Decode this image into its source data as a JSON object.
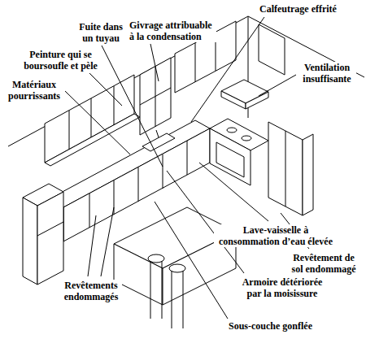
{
  "diagram": {
    "labels": [
      "Fuite dans un tuyau",
      "Givrage attribuable à la condensation",
      "Calfeutrage effrité",
      "Peinture qui se boursoufle et pèle",
      "Matériaux pourrissants",
      "Ventilation insuffisante",
      "Lave-vaisselle à consommation d’eau élevée",
      "Revêtement de sol endommagé",
      "Revêtements endommagés",
      "Armoire détériorée par la moisissure",
      "Sous-couche gonflée"
    ]
  }
}
